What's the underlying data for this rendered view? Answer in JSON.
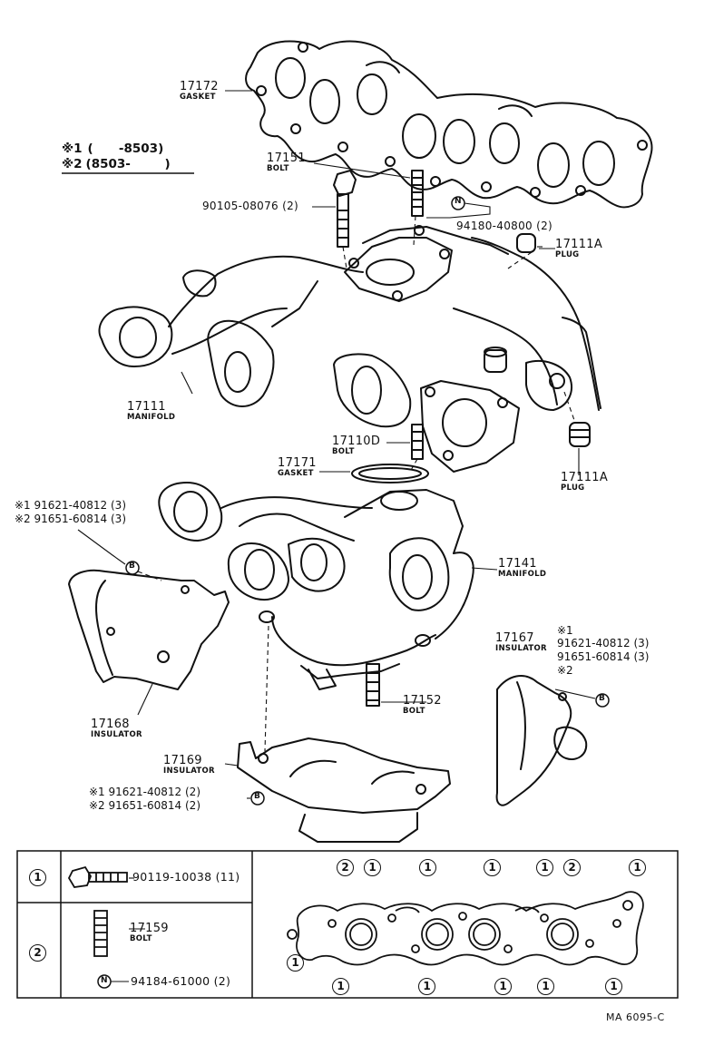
{
  "legend": {
    "row1": {
      "mark": "※1",
      "text": "(      -8503)"
    },
    "row2": {
      "mark": "※2",
      "text": "(8503-        )"
    }
  },
  "parts": {
    "p17172": {
      "number": "17172",
      "name": "GASKET"
    },
    "p17151": {
      "number": "17151",
      "name": "BOLT"
    },
    "p90105": {
      "number": "90105-08076 (2)"
    },
    "p94180": {
      "mark": "N",
      "number": "94180-40800 (2)"
    },
    "p17111A_top": {
      "number": "17111A",
      "name": "PLUG"
    },
    "p17111": {
      "number": "17111",
      "name": "MANIFOLD"
    },
    "p17110D": {
      "number": "17110D",
      "name": "BOLT"
    },
    "p17171": {
      "number": "17171",
      "name": "GASKET"
    },
    "p17111A_bot": {
      "number": "17111A",
      "name": "PLUG"
    },
    "p91621_left": {
      "line1": "※1 91621-40812 (3)",
      "line2": "※2 91651-60814 (3)"
    },
    "p17141": {
      "number": "17141",
      "name": "MANIFOLD"
    },
    "p17167": {
      "number": "17167",
      "name": "INSULATOR"
    },
    "p17167_bolts": {
      "mark1": "※1",
      "line1": "91621-40812 (3)",
      "line2": "91651-60814 (3)",
      "mark2": "※2"
    },
    "p17168": {
      "number": "17168",
      "name": "INSULATOR"
    },
    "p17152": {
      "number": "17152",
      "name": "BOLT"
    },
    "p17169": {
      "number": "17169",
      "name": "INSULATOR"
    },
    "p91621_bottom": {
      "line1": "※1 91621-40812 (2)",
      "line2": "※2 91651-60814 (2)"
    }
  },
  "callout_b": "B",
  "table": {
    "row1": {
      "key": "1",
      "part": "90119-10038 (11)"
    },
    "row2": {
      "key": "2",
      "number": "17159",
      "name": "BOLT",
      "nut_mark": "N",
      "nut": "94184-61000 (2)"
    },
    "top_keys": [
      "2",
      "1",
      "1",
      "1",
      "1",
      "2",
      "1"
    ],
    "left_key": "1",
    "bottom_keys": [
      "1",
      "1",
      "1",
      "1",
      "1"
    ]
  },
  "footer_ref": "MA 6095-C"
}
